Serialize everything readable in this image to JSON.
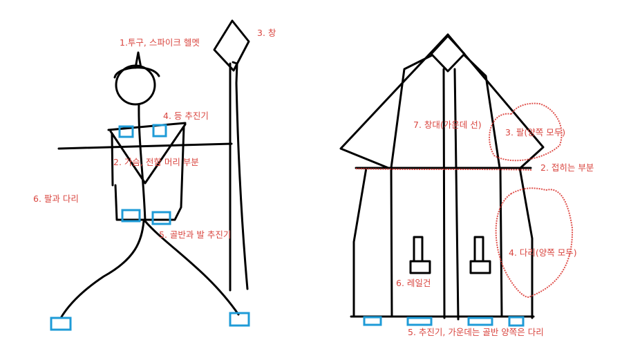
{
  "left_figure": {
    "labels": {
      "helmet": "1.투구, 스파이크 헬멧",
      "spear": "3. 창",
      "back_thrusters": "4.  등 추진기",
      "chest": "2. 가슴, 전함 머리 부분",
      "arms_legs": "6. 팔과 다리",
      "pelvis_feet": "5. 골반과 발 추진기"
    }
  },
  "right_figure": {
    "labels": {
      "shaft": "7. 창대(가운데 선)",
      "arms": "3. 팔(양쪽 모두)",
      "fold": "2. 접히는 부분",
      "legs": "4. 다리(양쪽 모두)",
      "railgun": "6. 레일건",
      "thrusters": "5. 추진기, 가운데는 골반 양쪽은 다리"
    }
  },
  "colors": {
    "ink": "#000000",
    "thruster": "#1e9bd7",
    "annotation": "#d9453f"
  }
}
